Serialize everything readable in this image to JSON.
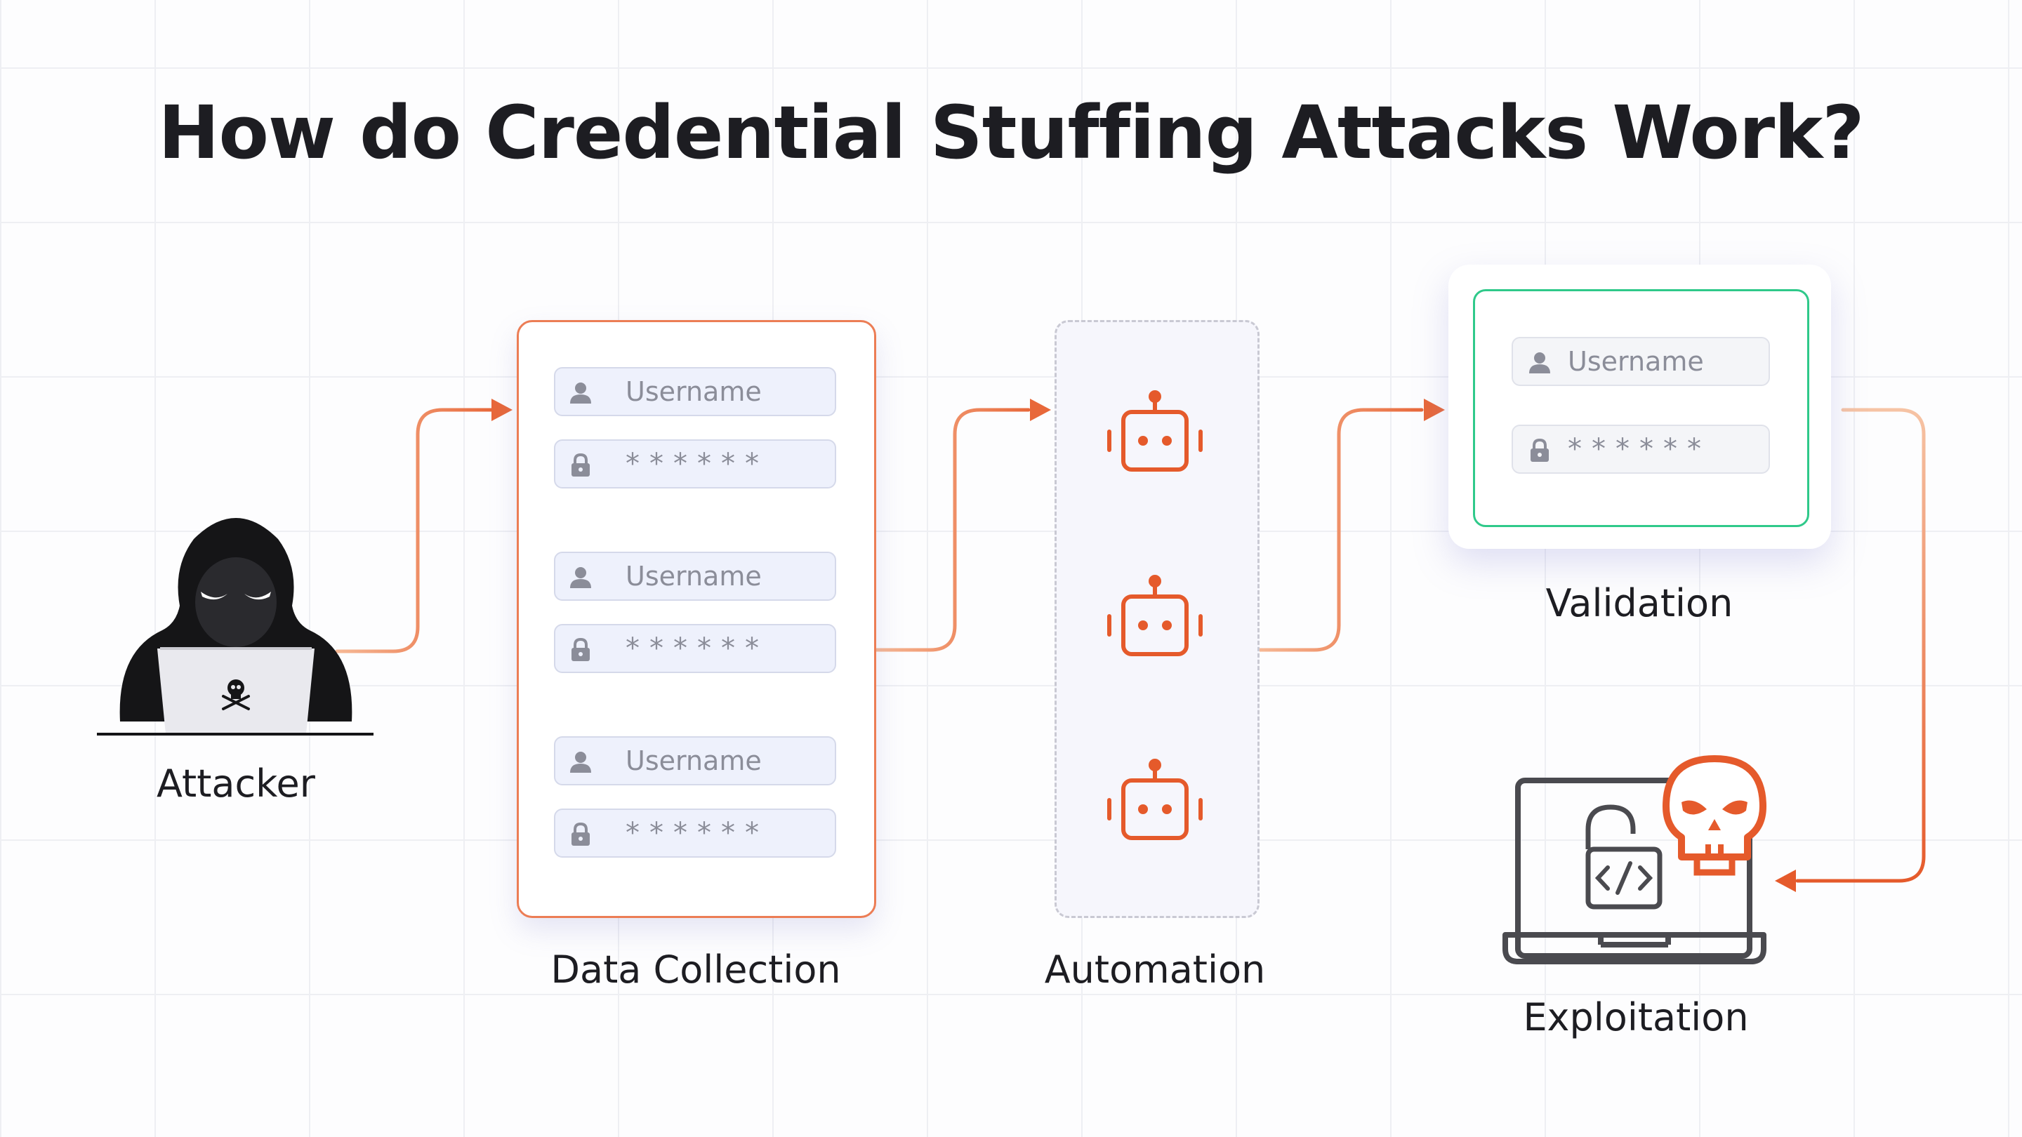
{
  "title": "How do Credential Stuffing Attacks Work?",
  "steps": {
    "attacker": "Attacker",
    "data_collection": "Data Collection",
    "automation": "Automation",
    "validation": "Validation",
    "exploitation": "Exploitation"
  },
  "credentials": [
    {
      "username": "Username",
      "password": "******"
    },
    {
      "username": "Username",
      "password": "******"
    },
    {
      "username": "Username",
      "password": "******"
    }
  ],
  "validation_form": {
    "username": "Username",
    "password": "******"
  },
  "colors": {
    "accent": "#e55a2b",
    "arrow": "#ef8a5c",
    "valid": "#2fc98a",
    "field_bg": "#eef1fc",
    "text": "#1d1d22"
  },
  "icons": [
    "hooded-attacker-icon",
    "user-icon",
    "lock-icon",
    "robot-icon",
    "laptop-icon",
    "padlock-code-icon",
    "skull-icon"
  ]
}
